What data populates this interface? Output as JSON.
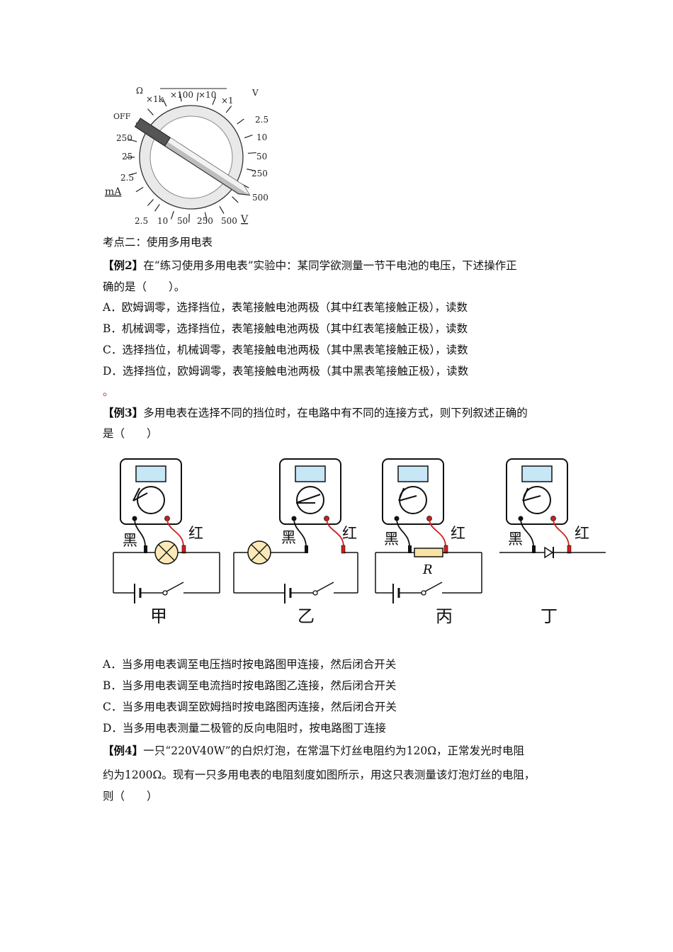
{
  "dial": {
    "top": {
      "ohm": "Ω",
      "x1k": "×1k",
      "x100": "×100",
      "x10": "×10",
      "x1": "×1",
      "v": "V"
    },
    "left": {
      "off": "OFF",
      "r250": "250",
      "r25": "25",
      "r2_5": "2.5",
      "ma": "mA"
    },
    "right": {
      "v2_5": "2.5",
      "v10": "10",
      "v50": "50",
      "v250": "250",
      "v500": "500"
    },
    "bottom": {
      "b2_5": "2.5",
      "b10": "10",
      "b50": "50",
      "b250": "250",
      "b500": "500",
      "v": "V"
    }
  },
  "section_title": "考点二：使用多用电表",
  "ex2": {
    "tag": "【例2】",
    "line1": "在“练习使用多用电表”实验中：某同学欲测量一节干电池的电压，下述操作正",
    "line2": "确的是（　　）。",
    "a": "A．欧姆调零，选择挡位，表笔接触电池两极（其中红表笔接触正极），读数",
    "b": "B．机械调零，选择挡位，表笔接触电池两极（其中红表笔接触正极），读数",
    "c": "C．选择挡位，机械调零，表笔接触电池两极（其中黑表笔接触正极），读数",
    "d": "D．选择挡位，欧姆调零，表笔接触电池两极（其中黑表笔接触正极），读数",
    "tail": "。"
  },
  "ex3": {
    "tag": "【例3】",
    "line1": "多用电表在选择不同的挡位时，在电路中有不同的连接方式，则下列叙述正确的",
    "line2": "是（　　）",
    "circuits": {
      "black": "黑",
      "red": "红",
      "resistor": "R",
      "jia": "甲",
      "yi": "乙",
      "bing": "丙",
      "ding": "丁"
    },
    "a": "A．当多用电表调至电压挡时按电路图甲连接，然后闭合开关",
    "b": "B．当多用电表调至电流挡时按电路图乙连接，然后闭合开关",
    "c": "C．当多用电表调至欧姆挡时按电路图丙连接，然后闭合开关",
    "d": "D．当多用电表测量二极管的反向电阻时，按电路图丁连接"
  },
  "ex4": {
    "tag": "【例4】",
    "l1a": "一只“",
    "spec": "220V40W",
    "l1b": "”的白炽灯泡，在常温下灯丝电阻约为",
    "r1": "120Ω",
    "l1c": "，正常发光时电阻",
    "l2a": "约为",
    "r2": "1200Ω",
    "l2b": "。现有一只多用电表的电阻刻度如图所示，用这只表测量该灯泡灯丝的电阻，",
    "l3": "则（　　）"
  },
  "colors": {
    "red_lead": "#cc1f1f",
    "bulb_fill": "#fbe9b8",
    "resistor_fill": "#f7e3a3",
    "screen_fill": "#c7e6f6"
  }
}
